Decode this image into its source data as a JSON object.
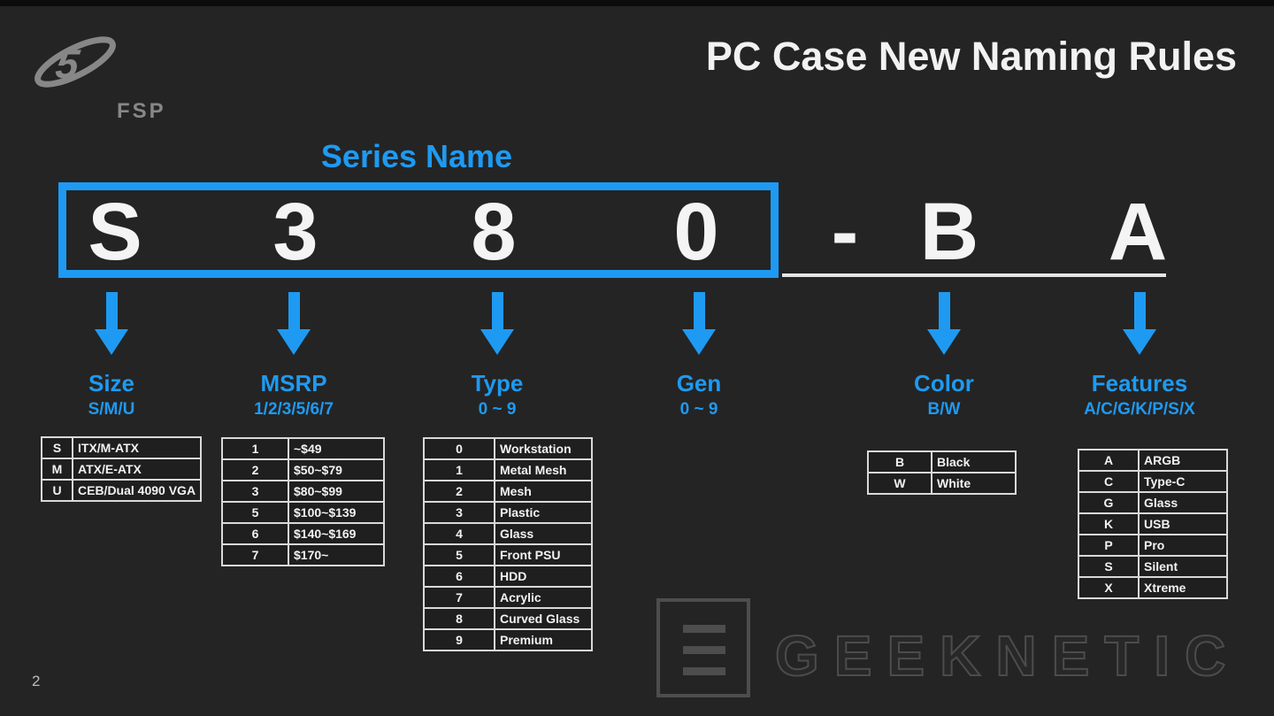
{
  "slide": {
    "title": "PC Case New Naming Rules",
    "series_label": "Series Name",
    "logo_text": "FSP",
    "page_number": "2"
  },
  "code": {
    "boxed_chars": [
      "S",
      "3",
      "8",
      "0"
    ],
    "separator": "-",
    "suffix_chars": [
      "B",
      "A"
    ]
  },
  "segments": [
    {
      "name": "Size",
      "range": "S/M/U"
    },
    {
      "name": "MSRP",
      "range": "1/2/3/5/6/7"
    },
    {
      "name": "Type",
      "range": "0 ~ 9"
    },
    {
      "name": "Gen",
      "range": "0 ~ 9"
    },
    {
      "name": "Color",
      "range": "B/W"
    },
    {
      "name": "Features",
      "range": "A/C/G/K/P/S/X"
    }
  ],
  "tables": {
    "size": [
      [
        "S",
        "ITX/M-ATX"
      ],
      [
        "M",
        "ATX/E-ATX"
      ],
      [
        "U",
        "CEB/Dual 4090 VGA"
      ]
    ],
    "msrp": [
      [
        "1",
        "~$49"
      ],
      [
        "2",
        "$50~$79"
      ],
      [
        "3",
        "$80~$99"
      ],
      [
        "5",
        "$100~$139"
      ],
      [
        "6",
        "$140~$169"
      ],
      [
        "7",
        "$170~"
      ]
    ],
    "type": [
      [
        "0",
        "Workstation"
      ],
      [
        "1",
        "Metal Mesh"
      ],
      [
        "2",
        "Mesh"
      ],
      [
        "3",
        "Plastic"
      ],
      [
        "4",
        "Glass"
      ],
      [
        "5",
        "Front PSU"
      ],
      [
        "6",
        "HDD"
      ],
      [
        "7",
        "Acrylic"
      ],
      [
        "8",
        "Curved Glass"
      ],
      [
        "9",
        "Premium"
      ]
    ],
    "color": [
      [
        "B",
        "Black"
      ],
      [
        "W",
        "White"
      ]
    ],
    "features": [
      [
        "A",
        "ARGB"
      ],
      [
        "C",
        "Type-C"
      ],
      [
        "G",
        "Glass"
      ],
      [
        "K",
        "USB"
      ],
      [
        "P",
        "Pro"
      ],
      [
        "S",
        "Silent"
      ],
      [
        "X",
        "Xtreme"
      ]
    ]
  },
  "watermark": {
    "text": "GEEKNETIC"
  },
  "colors": {
    "accent": "#1e9af2",
    "background": "#242424",
    "text": "#f2f2f2",
    "table_border": "#d9d9d9",
    "logo_gray": "#878787"
  }
}
